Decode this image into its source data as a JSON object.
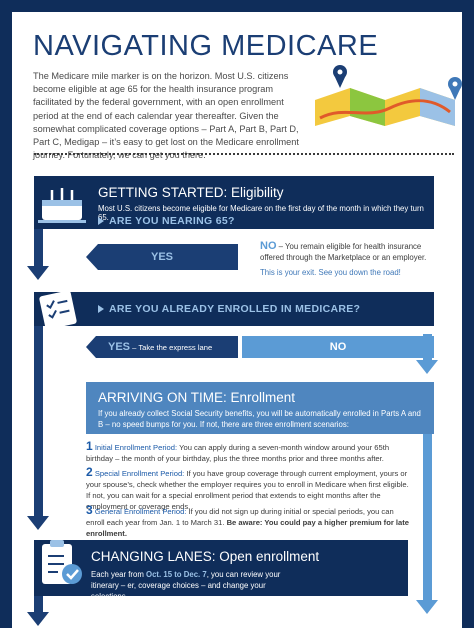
{
  "header": {
    "title": "NAVIGATING MEDICARE",
    "intro": "The Medicare mile marker is on the horizon. Most U.S. citizens become eligible at age 65 for the health insurance program facilitated by the federal government, with an open enrollment period at the end of each calendar year thereafter. Given the somewhat complicated coverage options – Part A, Part B, Part D, Part C, Medigap – it’s easy to get lost on the Medicare enrollment journey. Fortunately, we can get you there."
  },
  "section1": {
    "heading": "GETTING STARTED: Eligibility",
    "subtext": "Most U.S. citizens become eligible for Medicare on the first day of the month in which they turn 65.",
    "question": "ARE YOU NEARING 65?",
    "yes_label": "YES",
    "no_label": "NO",
    "no_text": " – You remain eligible for health insurance offered through the Marketplace or an employer.",
    "exit_text": "This is your exit. See you down the road!"
  },
  "section2": {
    "question": "ARE YOU ALREADY ENROLLED IN MEDICARE?",
    "yes_label": "YES",
    "yes_text": " – Take the express lane",
    "no_label": "NO"
  },
  "section3": {
    "heading": "ARRIVING ON TIME: Enrollment",
    "subtext": "If you already collect Social Security benefits, you will be automatically enrolled in Parts A and B – no speed bumps for you. If not, there are three enrollment scenarios:",
    "scenarios": [
      {
        "num": "1",
        "title": "Initial Enrollment Period:",
        "text": " You can apply during a seven-month window around your 65th birthday – the month of your birthday, plus the three months prior and three months after."
      },
      {
        "num": "2",
        "title": "Special Enrollment Period:",
        "text": " If you have group coverage through current employment, yours or your spouse’s, check whether the employer requires you to enroll in Medicare when first eligible. If not, you can wait for a special enrollment period that extends to eight months after the employment or coverage ends."
      },
      {
        "num": "3",
        "title": "General Enrollment Period:",
        "text": " If you did not sign up during initial or special periods, you can enroll each year from Jan. 1 to March 31. ",
        "bold": "Be aware: You could pay a higher premium for late enrollment."
      }
    ]
  },
  "section4": {
    "heading": "CHANGING LANES: Open enrollment",
    "text_before": "Each year from ",
    "highlight": "Oct. 15 to Dec. 7",
    "text_after": ", you can review your itinerary – er, coverage choices – and change your selections."
  },
  "colors": {
    "navy": "#0f2d5a",
    "blue": "#1b3e74",
    "light_blue": "#5b9bd5",
    "panel_blue": "#4f86bf"
  }
}
